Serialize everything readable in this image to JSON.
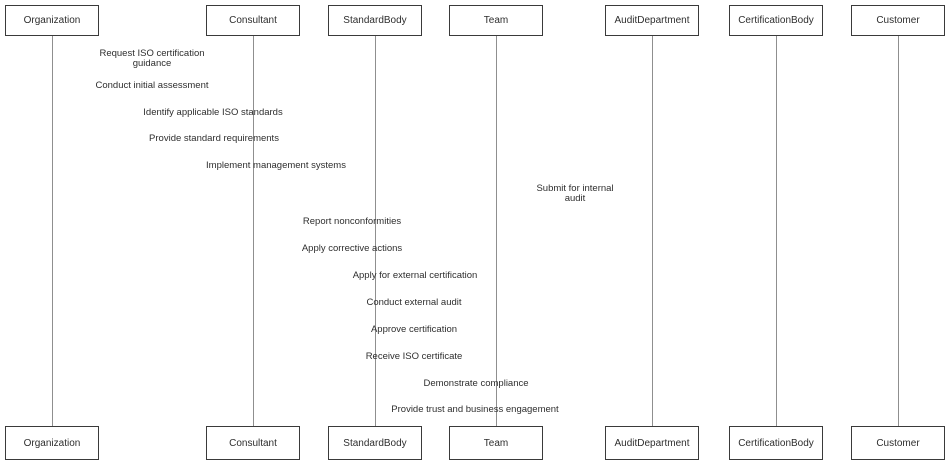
{
  "diagram": {
    "type": "uml-sequence-diagram",
    "colors": {
      "actor_border": "#3a3a3a",
      "actor_fill": "#ffffff",
      "lifeline": "#8f8f8f",
      "text": "#2e2e2e",
      "background": "#ffffff"
    },
    "actors": [
      {
        "label": "Organization"
      },
      {
        "label": "Consultant"
      },
      {
        "label": "StandardBody"
      },
      {
        "label": "Team"
      },
      {
        "label": "AuditDepartment"
      },
      {
        "label": "CertificationBody"
      },
      {
        "label": "Customer"
      }
    ],
    "messages": [
      {
        "text": "Request ISO certification guidance"
      },
      {
        "text": "Conduct initial assessment"
      },
      {
        "text": "Identify applicable ISO standards"
      },
      {
        "text": "Provide standard requirements"
      },
      {
        "text": "Implement management systems"
      },
      {
        "text": "Submit for internal audit"
      },
      {
        "text": "Report nonconformities"
      },
      {
        "text": "Apply corrective actions"
      },
      {
        "text": "Apply for external certification"
      },
      {
        "text": "Conduct external audit"
      },
      {
        "text": "Approve certification"
      },
      {
        "text": "Receive ISO certificate"
      },
      {
        "text": "Demonstrate compliance"
      },
      {
        "text": "Provide trust and business engagement"
      }
    ]
  }
}
